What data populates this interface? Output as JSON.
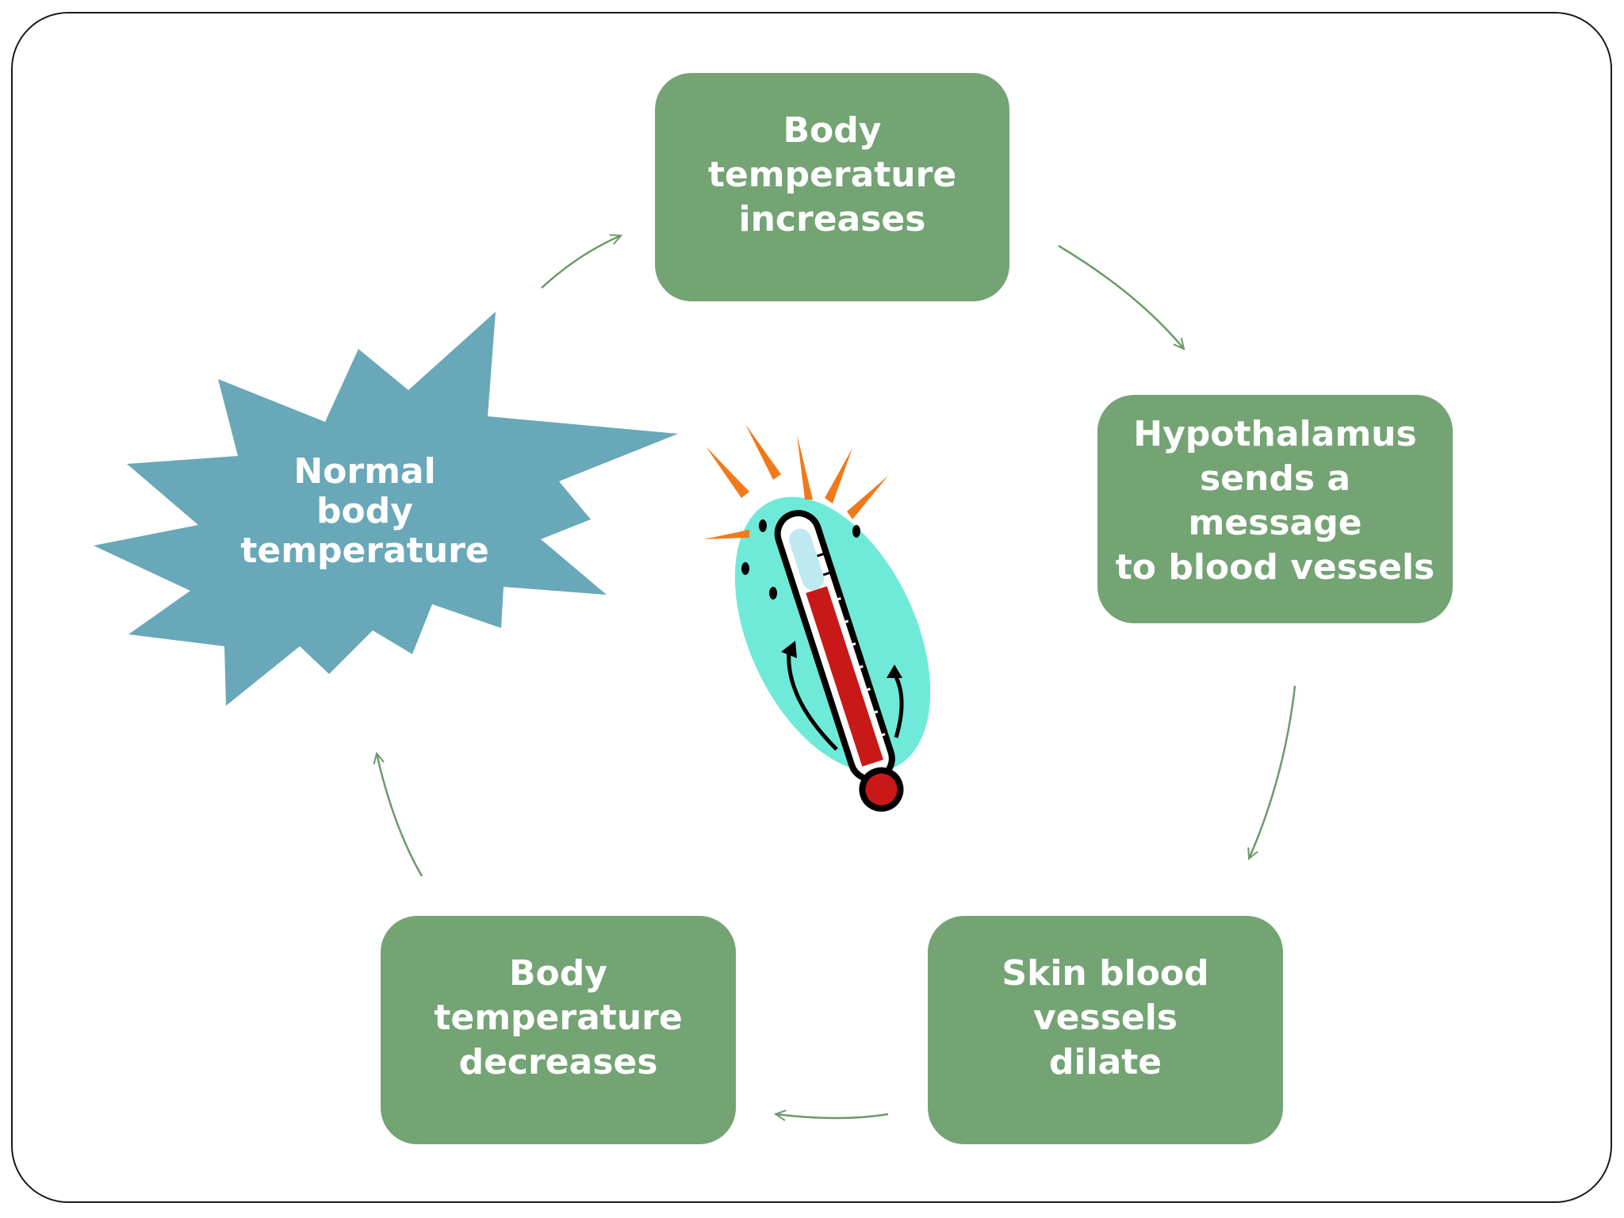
{
  "diagram": {
    "center_node": {
      "label": "Normal\nbody\ntemperature"
    },
    "nodes": [
      {
        "id": "top",
        "label": "Body temperature\nincreases"
      },
      {
        "id": "right",
        "label": "Hypothalamus\nsends a message\nto blood vessels"
      },
      {
        "id": "bottom-right",
        "label": "Skin blood vessels\ndilate"
      },
      {
        "id": "bottom-left",
        "label": "Body temperature\ndecreases"
      }
    ],
    "colors": {
      "box_fill": "#74a374",
      "starburst_fill": "#68a8b8",
      "arrow": "#6a9a6a",
      "text": "#ffffff"
    },
    "icons": [
      "thermometer-icon"
    ]
  }
}
